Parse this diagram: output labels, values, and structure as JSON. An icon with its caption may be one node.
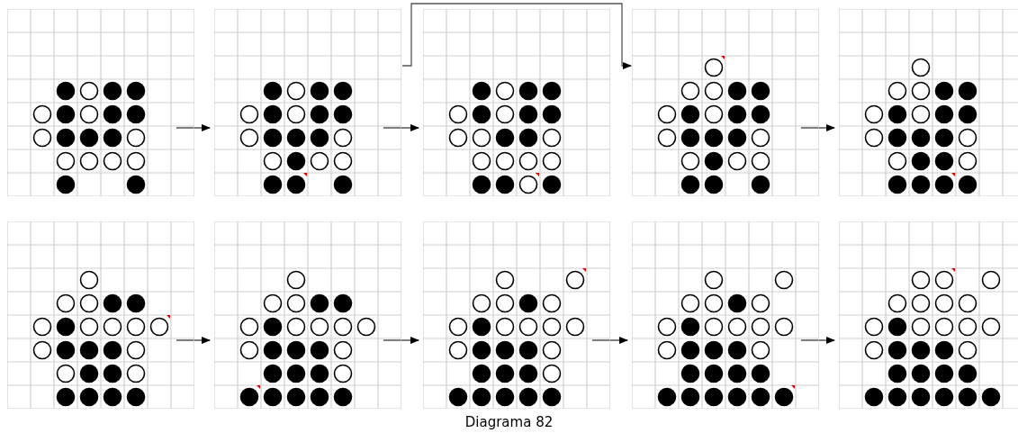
{
  "diagram": {
    "caption": "Diagrama 82",
    "nodes": [
      {
        "text": [],
        "shape": "picture"
      },
      {
        "text": [],
        "shape": "picture"
      },
      {
        "text": [],
        "shape": "picture"
      },
      {
        "text": [],
        "shape": "picture"
      },
      {
        "text": [],
        "shape": "picture"
      },
      {
        "text": [],
        "shape": "picture"
      },
      {
        "text": [],
        "shape": "picture"
      },
      {
        "text": [],
        "shape": "picture"
      },
      {
        "text": [],
        "shape": "picture"
      },
      {
        "text": [],
        "shape": "picture"
      }
    ],
    "edges": [
      {
        "from": 0,
        "to": 1,
        "arrow": "to"
      },
      {
        "from": 1,
        "to": 2,
        "arrow": "to"
      },
      {
        "from": 1,
        "to": 3,
        "arrow": "to"
      },
      {
        "from": 3,
        "to": 4,
        "arrow": "to"
      },
      {
        "from": 5,
        "to": 6,
        "arrow": "to"
      },
      {
        "from": 6,
        "to": 7,
        "arrow": "to"
      },
      {
        "from": 7,
        "to": 8,
        "arrow": "to"
      },
      {
        "from": 8,
        "to": 9,
        "arrow": "to"
      }
    ]
  }
}
